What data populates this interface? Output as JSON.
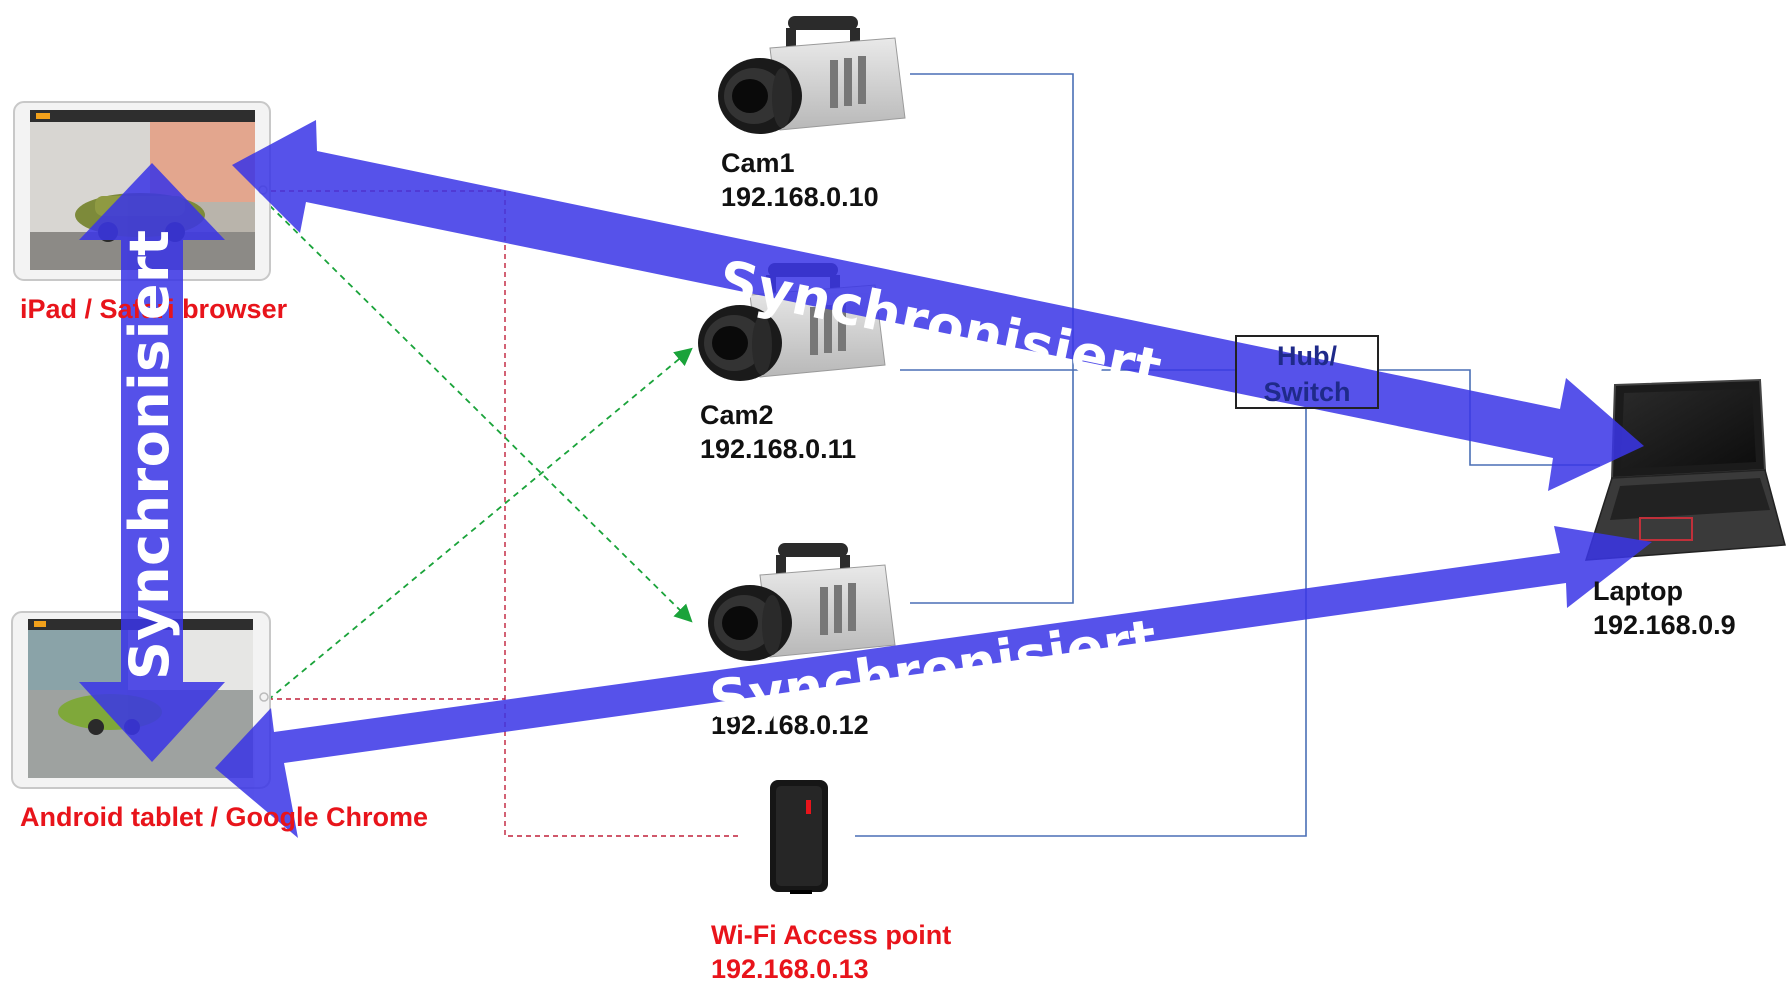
{
  "devices": {
    "ipad": {
      "label": "iPad / Safari browser"
    },
    "android": {
      "label": "Android tablet / Google Chrome"
    },
    "cam1": {
      "name": "Cam1",
      "ip": "192.168.0.10"
    },
    "cam2": {
      "name": "Cam2",
      "ip": "192.168.0.11"
    },
    "cam3": {
      "ip": "192.168.0.12"
    },
    "laptop": {
      "name": "Laptop",
      "ip": "192.168.0.9"
    },
    "wifi": {
      "name": "Wi-Fi Access point",
      "ip": "192.168.0.13"
    },
    "hub": {
      "line1": "Hub/",
      "line2": "Switch"
    }
  },
  "sync_labels": {
    "ipad_laptop": "Synchronisiert",
    "android_laptop": "Synchronisiert",
    "tablets": "Synchronisiert"
  },
  "colors": {
    "arrow": "#3a35e6",
    "wired_line": "#4a6fb5",
    "wifi_line": "#c0203a",
    "stream_line": "#1aa33a",
    "device_label_red": "#e8141b",
    "hub_text": "#1f2a8a"
  },
  "icons": [
    "tablet-icon",
    "camera-icon",
    "laptop-icon",
    "router-icon"
  ]
}
